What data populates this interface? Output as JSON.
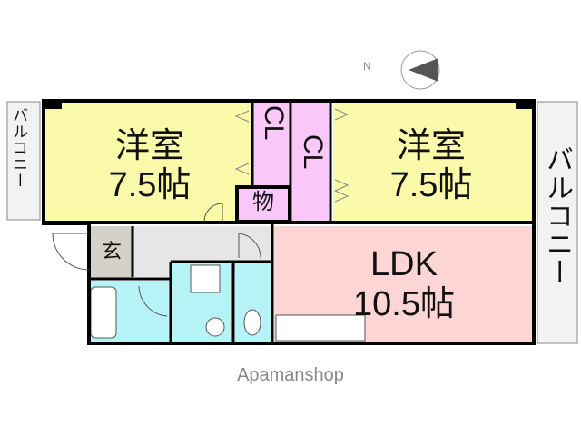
{
  "compass": {
    "label": "N",
    "icon": "compass-north-arrow-icon"
  },
  "rooms": {
    "bedroom_left": {
      "name": "洋室",
      "size": "7.5帖",
      "color": "#fafaaa"
    },
    "bedroom_right": {
      "name": "洋室",
      "size": "7.5帖",
      "color": "#fafaaa"
    },
    "closet_1": {
      "label": "CL",
      "color": "#f9c8f9"
    },
    "closet_2": {
      "label": "CL",
      "color": "#f9c8f9"
    },
    "storage": {
      "label": "物",
      "color": "#f9c8f9"
    },
    "entrance": {
      "label": "玄",
      "color": "#d4d2c8"
    },
    "ldk": {
      "name": "LDK",
      "size": "10.5帖",
      "color": "#fdd5d5"
    },
    "balcony_left": {
      "label": "バルコニー"
    },
    "balcony_right": {
      "label": "バルコニー"
    },
    "wet_area_color": "#b5f3f7",
    "hall_color": "#e6e6e6"
  },
  "brand": "Apamanshop"
}
